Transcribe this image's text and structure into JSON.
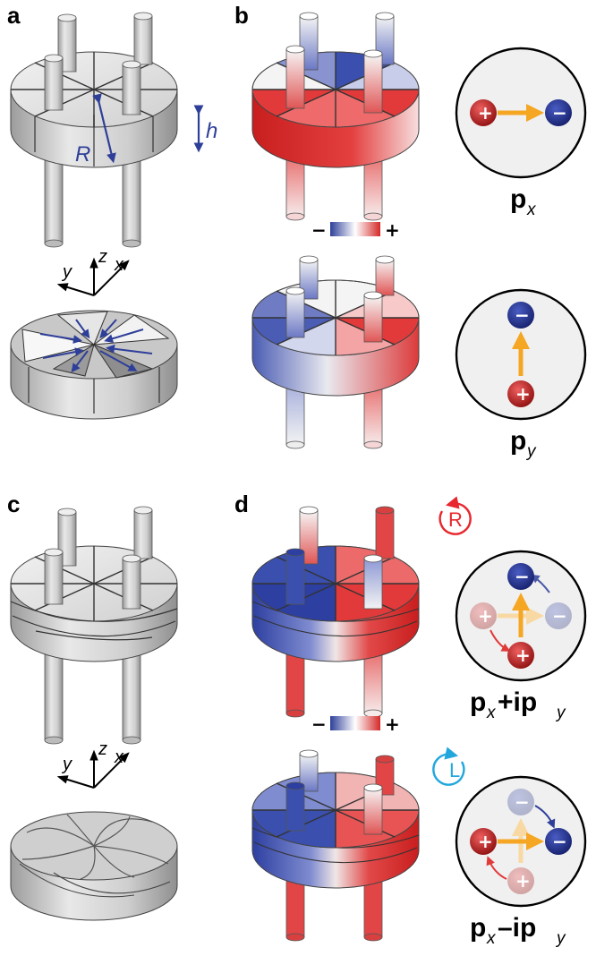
{
  "panels": {
    "a": "a",
    "b": "b",
    "c": "c",
    "d": "d"
  },
  "dimensions": {
    "radius": "R",
    "height": "h"
  },
  "axes": {
    "x": "x",
    "y": "y",
    "z": "z"
  },
  "colorbar": {
    "minus": "−",
    "plus": "+"
  },
  "signs": {
    "plus": "+",
    "minus": "−"
  },
  "modes": {
    "px": {
      "main": "p",
      "sub": "x"
    },
    "py": {
      "main": "p",
      "sub": "y"
    },
    "px_plus_ipy": {
      "p1": "p",
      "s1": "x",
      "op": "+ip",
      "s2": "y"
    },
    "px_minus_ipy": {
      "p1": "p",
      "s1": "x",
      "op": "–ip",
      "s2": "y"
    }
  },
  "rotation": {
    "right": "R",
    "left": "L"
  },
  "colors": {
    "red": "#d42a2a",
    "blue": "#2e3f99",
    "arrow": "#f5a623",
    "metal": "#d6d6d6",
    "circR": "#e8262d",
    "circL": "#22a7dd"
  }
}
